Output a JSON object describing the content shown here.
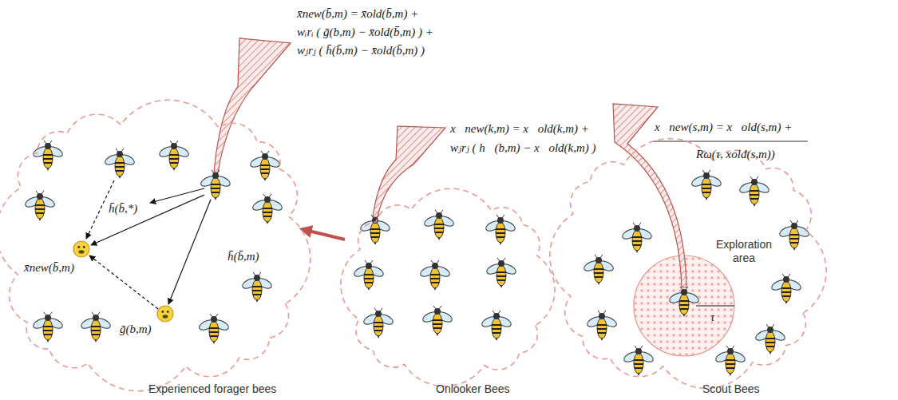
{
  "diagram": {
    "nodes": [
      {
        "text": [
          "Experienced forager bees"
        ]
      },
      {
        "text": [
          "Onlooker Bees"
        ]
      },
      {
        "text": [
          "Scout Bees"
        ]
      }
    ],
    "edges": [
      {
        "from": 1,
        "to": 0,
        "arrow": "to"
      }
    ],
    "labels": [
      "x̄new(b̄,m) = x̄old(b̄,m) +",
      "wᵢrᵢ ( ḡ(b,m) − x̄old(b̄,m) ) +",
      "wⱼrⱼ ( h̄(b̄,m) − x̄old(b̄,m) )",
      "x⃗new(k,m) = x⃗old(k,m) +",
      "wⱼrⱼ ( h⃗(b,m) − x⃗old(k,m) )",
      "x⃗new(s,m) = x⃗old(s,m) +",
      "Rω(τ, xold(s,m))",
      "h̄(b̄,*)",
      "h̄(b̄,m)",
      "x̄new(b̄,m)",
      "ḡ(b,m)",
      "Exploration area",
      "τ"
    ]
  }
}
